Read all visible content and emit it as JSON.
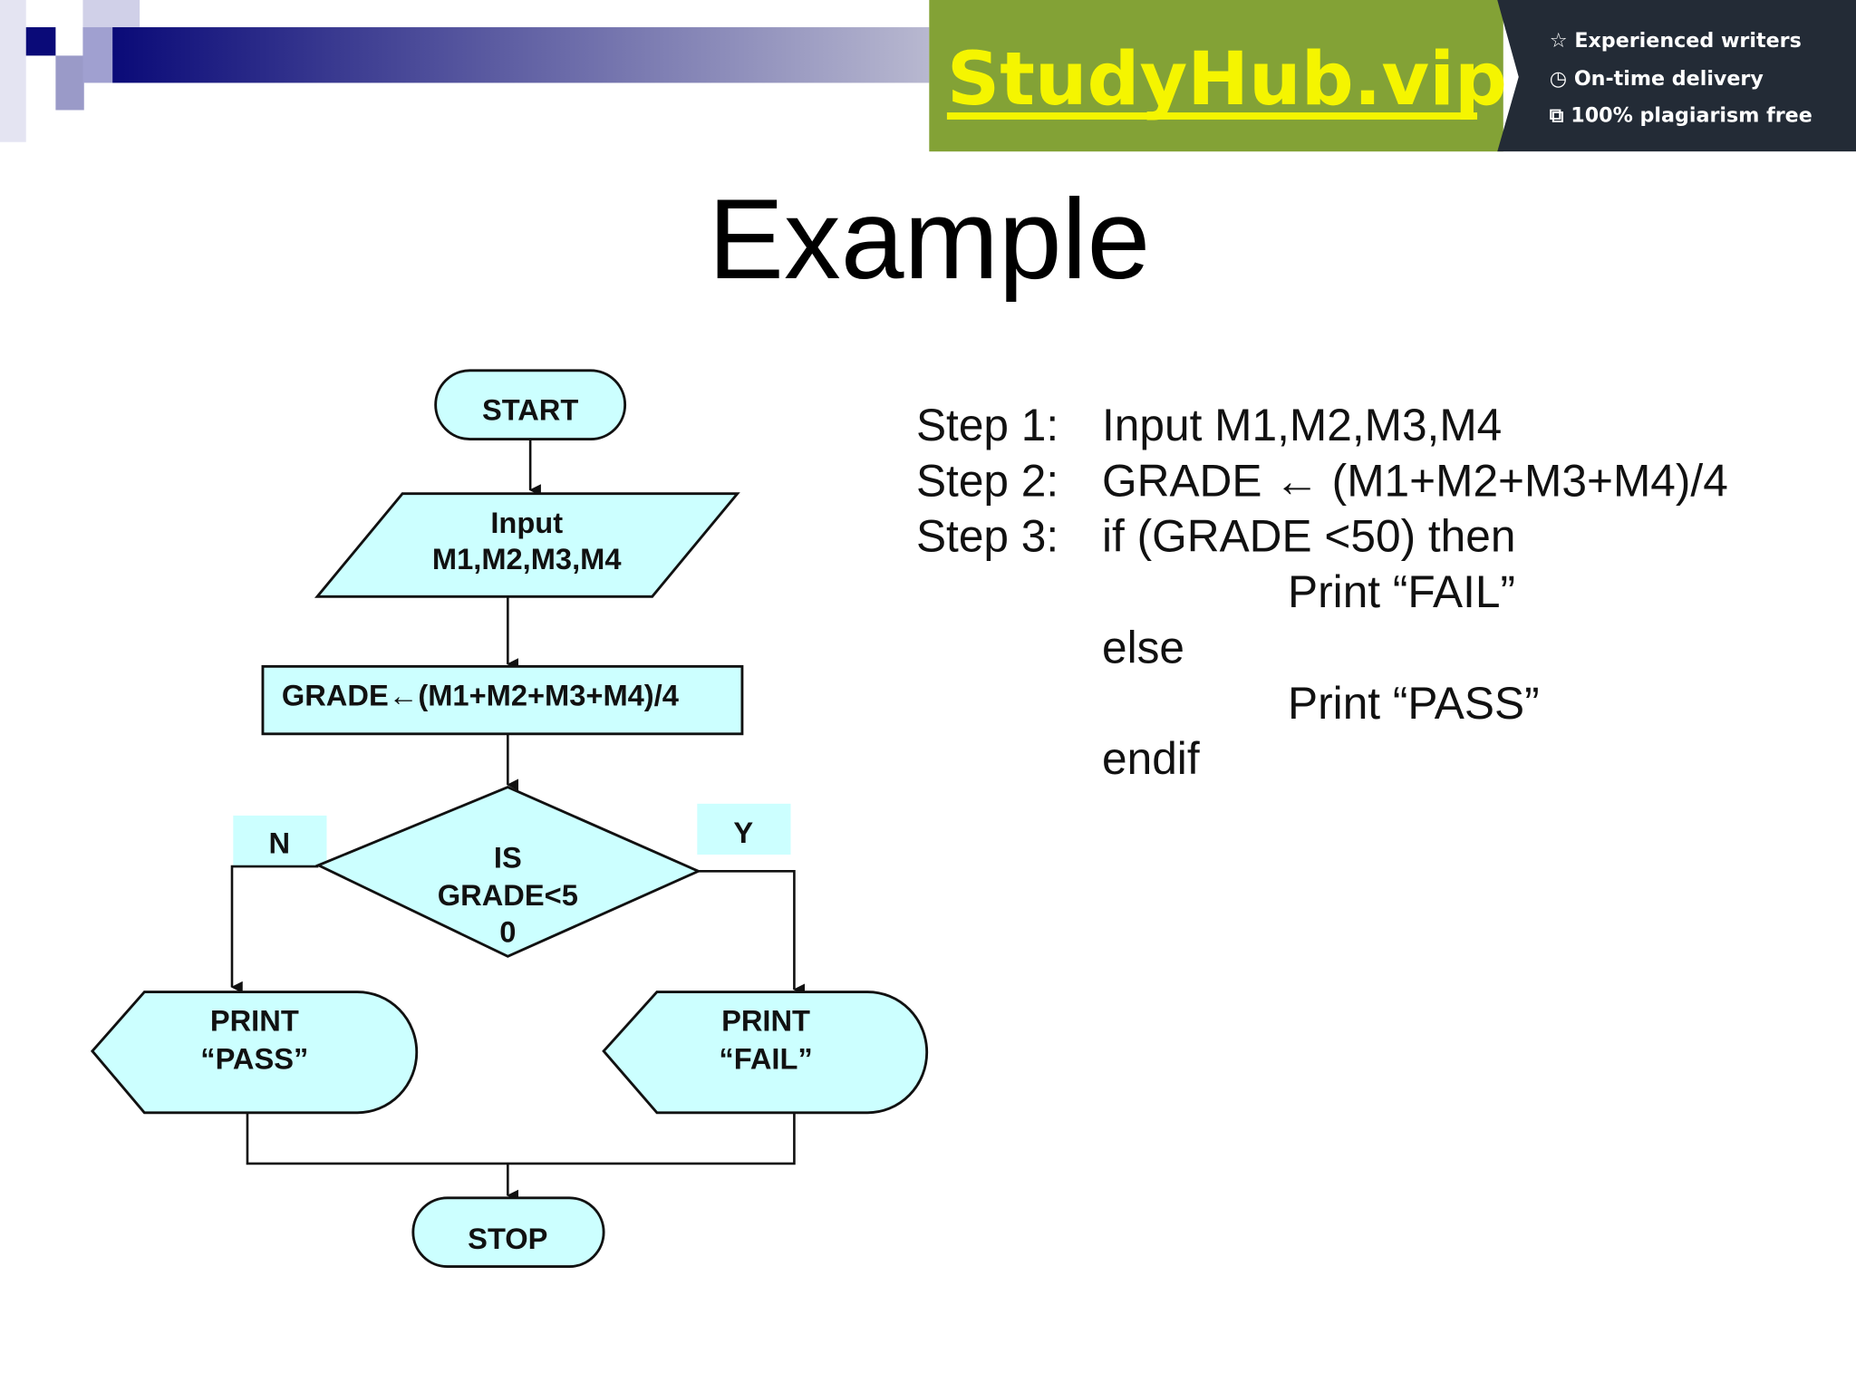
{
  "banner": {
    "brand": "StudyHub.vip",
    "features": [
      {
        "icon": "star-icon",
        "glyph": "☆",
        "label": "Experienced writers"
      },
      {
        "icon": "clock-icon",
        "glyph": "◷",
        "label": "On-time delivery"
      },
      {
        "icon": "copy-icon",
        "glyph": "⧉",
        "label": "100% plagiarism free"
      }
    ],
    "colors": {
      "green": "#83a236",
      "dark": "#232b36",
      "yellow": "#f5f500"
    }
  },
  "slide": {
    "title": "Example",
    "flowchart": {
      "start": "START",
      "input_line1": "Input",
      "input_line2": "M1,M2,M3,M4",
      "process": "GRADE←(M1+M2+M3+M4)/4",
      "decision_line1": "IS",
      "decision_line2": "GRADE<5",
      "decision_line3": "0",
      "no_label": "N",
      "yes_label": "Y",
      "pass_line1": "PRINT",
      "pass_line2": "“PASS”",
      "fail_line1": "PRINT",
      "fail_line2": "“FAIL”",
      "stop": "STOP",
      "fill_color": "#ccffff"
    },
    "steps": [
      {
        "label": "Step 1:",
        "text": "Input M1,M2,M3,M4"
      },
      {
        "label": "Step 2:",
        "text": "GRADE ← (M1+M2+M3+M4)/4"
      },
      {
        "label": "Step 3:",
        "text": "if (GRADE <50) then"
      }
    ],
    "pseudo": {
      "print_fail": "Print “FAIL”",
      "else": "else",
      "print_pass": "Print “PASS”",
      "endif": "endif"
    }
  }
}
